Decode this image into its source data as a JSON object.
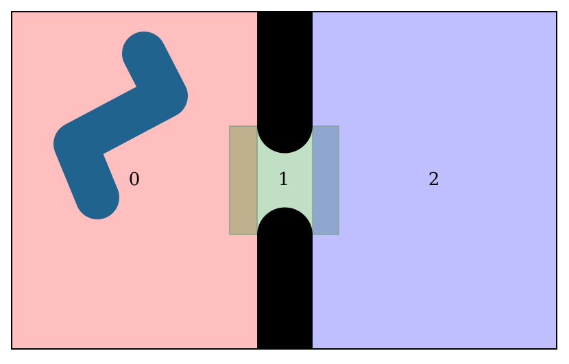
{
  "regions": [
    {
      "id": "0",
      "label": "0",
      "color": "#ffbfbf"
    },
    {
      "id": "1",
      "label": "1",
      "color": "#c0dfc4"
    },
    {
      "id": "2",
      "label": "2",
      "color": "#bfbfff"
    }
  ],
  "colors": {
    "wall": "#000000",
    "robot_arm": "#1f638e",
    "overlap_left": "#bfb08e",
    "overlap_right": "#8fa6cf",
    "overlap_border": "#7fa07a",
    "frame": "#000000"
  }
}
